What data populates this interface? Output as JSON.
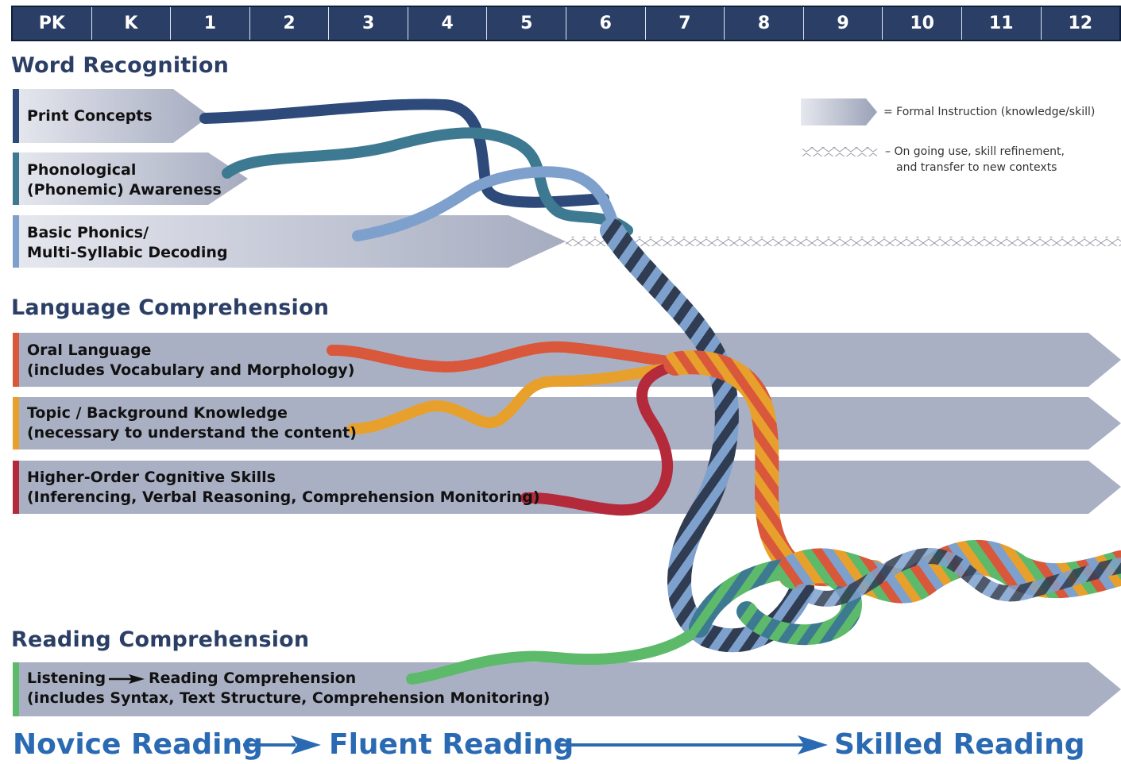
{
  "grades": [
    "PK",
    "K",
    "1",
    "2",
    "3",
    "4",
    "5",
    "6",
    "7",
    "8",
    "9",
    "10",
    "11",
    "12"
  ],
  "sections": {
    "word_recognition": "Word Recognition",
    "language_comprehension": "Language Comprehension",
    "reading_comprehension": "Reading Comprehension"
  },
  "strands": {
    "print_concepts": "Print Concepts",
    "phonological_1": "Phonological",
    "phonological_2": "(Phonemic) Awareness",
    "phonics_1": "Basic Phonics/",
    "phonics_2": "Multi-Syllabic Decoding",
    "oral_1": "Oral Language",
    "oral_2": "(includes Vocabulary and Morphology)",
    "topic_1": "Topic / Background Knowledge",
    "topic_2": "(necessary to understand the content)",
    "hocs_1": "Higher-Order Cognitive Skills",
    "hocs_2": "(Inferencing, Verbal Reasoning, Comprehension Monitoring)",
    "listening_1a": "Listening",
    "listening_1b": "Reading Comprehension",
    "listening_2": "(includes Syntax, Text Structure, Comprehension Monitoring)"
  },
  "legend": {
    "formal": "= Formal Instruction (knowledge/skill)",
    "ongoing_1": "– On going use, skill refinement,",
    "ongoing_2": "and transfer to new contexts"
  },
  "progression": {
    "novice": "Novice Reading",
    "fluent": "Fluent Reading",
    "skilled": "Skilled Reading"
  },
  "colors": {
    "navy": "#2b3f66",
    "print_concepts": "#2d4a7a",
    "phonological": "#3d7a92",
    "phonics": "#7ea0cc",
    "oral_language": "#d9573b",
    "background_knowledge": "#e8a02c",
    "cognitive_skills": "#b42a3a",
    "listening": "#5cba6a",
    "band": "#aab0c4",
    "progression": "#2a6ab3"
  }
}
